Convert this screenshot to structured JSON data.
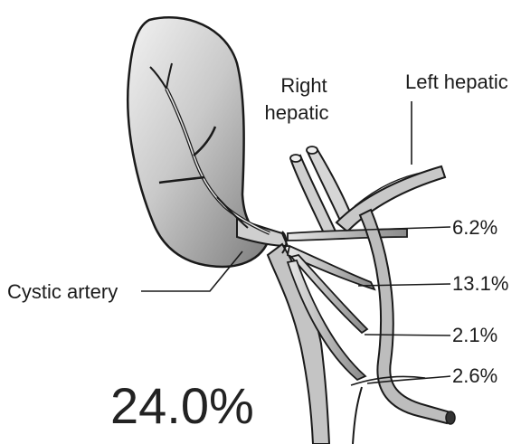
{
  "diagram": {
    "labels": {
      "right_hepatic_line1": "Right",
      "right_hepatic_line2": "hepatic",
      "left_hepatic": "Left hepatic",
      "cystic_artery": "Cystic artery"
    },
    "percentages": {
      "p1": "6.2%",
      "p2": "13.1%",
      "p3": "2.1%",
      "p4": "2.6%",
      "main": "24.0%"
    }
  }
}
